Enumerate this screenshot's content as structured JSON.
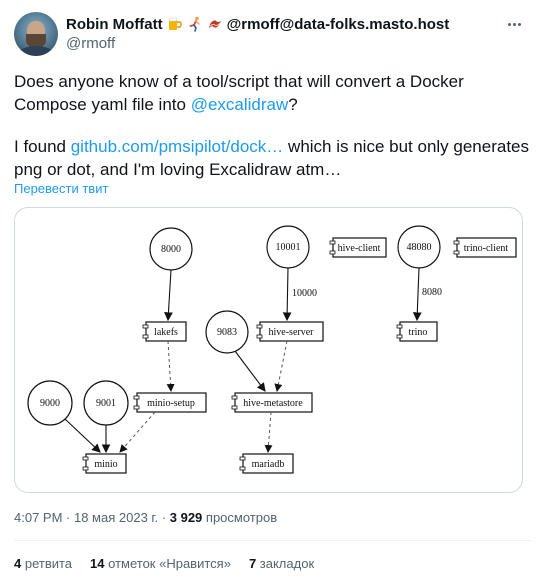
{
  "author": {
    "display_name": "Robin Moffatt",
    "emojis": [
      "beer-mug-icon",
      "runner-icon",
      "bacon-icon"
    ],
    "mastodon": "@rmoff@data-folks.masto.host",
    "handle": "@rmoff"
  },
  "tweet": {
    "line1_prefix": "Does anyone know of a tool/script that will convert a Docker Compose yaml file into ",
    "mention": "@excalidraw",
    "line1_suffix": "?",
    "line2_prefix": "I found ",
    "link": "github.com/pmsipilot/dock…",
    "line2_suffix": " which is nice but only generates png or dot, and I'm loving Excalidraw atm…",
    "translate": "Перевести твит"
  },
  "diagram": {
    "nodes": {
      "n8000": "8000",
      "n10001": "10001",
      "hive_client": "hive-client",
      "n48080": "48080",
      "trino_client": "trino-client",
      "edge_10000": "10000",
      "edge_8080": "8080",
      "lakefs": "lakefs",
      "n9083": "9083",
      "hive_server": "hive-server",
      "trino": "trino",
      "n9000": "9000",
      "n9001": "9001",
      "minio_setup": "minio-setup",
      "hive_metastore": "hive-metastore",
      "minio": "minio",
      "mariadb": "mariadb"
    }
  },
  "meta": {
    "time": "4:07 PM",
    "sep1": " · ",
    "date": "18 мая 2023 г.",
    "sep2": " · ",
    "views_count": "3 929",
    "views_label": " просмотров"
  },
  "stats": {
    "retweets_count": "4",
    "retweets_label": " ретвита",
    "likes_count": "14",
    "likes_label": " отметок «Нравится»",
    "bookmarks_count": "7",
    "bookmarks_label": " закладок"
  }
}
